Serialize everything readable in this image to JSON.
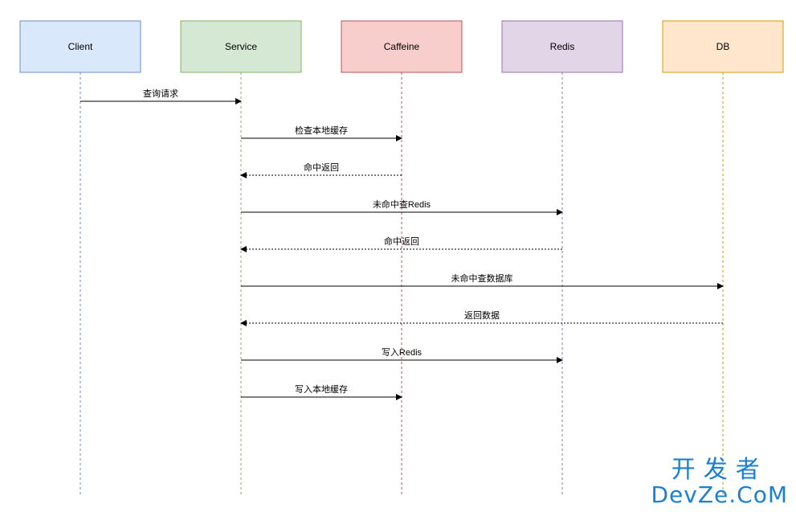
{
  "actors": [
    {
      "id": "client",
      "label": "Client",
      "fill": "#dae8fc",
      "stroke": "#6c8ebf"
    },
    {
      "id": "service",
      "label": "Service",
      "fill": "#d5e8d4",
      "stroke": "#82b366"
    },
    {
      "id": "caffeine",
      "label": "Caffeine",
      "fill": "#f8cecc",
      "stroke": "#b85450"
    },
    {
      "id": "redis",
      "label": "Redis",
      "fill": "#e1d5e7",
      "stroke": "#9673a6"
    },
    {
      "id": "db",
      "label": "DB",
      "fill": "#ffe6cc",
      "stroke": "#d79b00"
    }
  ],
  "messages": [
    {
      "from": "client",
      "to": "service",
      "label": "查询请求",
      "style": "solid"
    },
    {
      "from": "service",
      "to": "caffeine",
      "label": "检查本地缓存",
      "style": "solid"
    },
    {
      "from": "caffeine",
      "to": "service",
      "label": "命中返回",
      "style": "dashed"
    },
    {
      "from": "service",
      "to": "redis",
      "label": "未命中查Redis",
      "style": "solid"
    },
    {
      "from": "redis",
      "to": "service",
      "label": "命中返回",
      "style": "dashed"
    },
    {
      "from": "service",
      "to": "db",
      "label": "未命中查数据库",
      "style": "solid"
    },
    {
      "from": "db",
      "to": "service",
      "label": "返回数据",
      "style": "dashed"
    },
    {
      "from": "service",
      "to": "redis",
      "label": "写入Redis",
      "style": "solid"
    },
    {
      "from": "service",
      "to": "caffeine",
      "label": "写入本地缓存",
      "style": "solid"
    }
  ],
  "watermark": {
    "cn": "开发者",
    "en": "DevZe.CoM",
    "color": "#1a7fd6"
  }
}
